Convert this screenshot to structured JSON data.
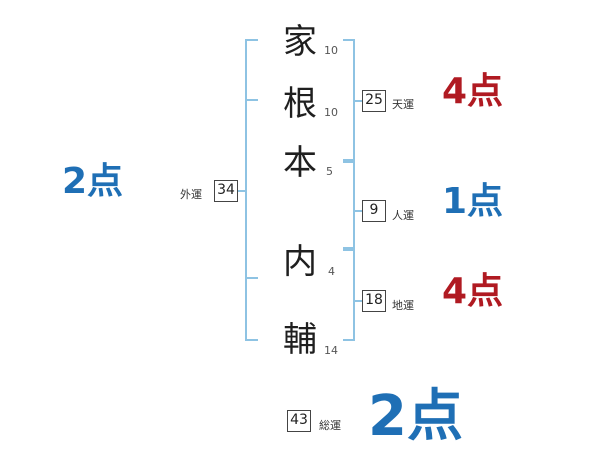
{
  "colors": {
    "bracket": "#8ec3e3",
    "good": "#b01a22",
    "neutral": "#1f6fb5"
  },
  "name": {
    "surname": [
      {
        "char": "家",
        "strokes": "10"
      },
      {
        "char": "根",
        "strokes": "10"
      },
      {
        "char": "本",
        "strokes": "5"
      }
    ],
    "given": [
      {
        "char": "内",
        "strokes": "4"
      },
      {
        "char": "輔",
        "strokes": "14"
      }
    ]
  },
  "fortunes": {
    "outer": {
      "value": "34",
      "label": "外運",
      "score": "2点"
    },
    "heaven": {
      "value": "25",
      "label": "天運",
      "score": "4点"
    },
    "person": {
      "value": "9",
      "label": "人運",
      "score": "1点"
    },
    "earth": {
      "value": "18",
      "label": "地運",
      "score": "4点"
    },
    "total": {
      "value": "43",
      "label": "総運",
      "score": "2点"
    }
  }
}
